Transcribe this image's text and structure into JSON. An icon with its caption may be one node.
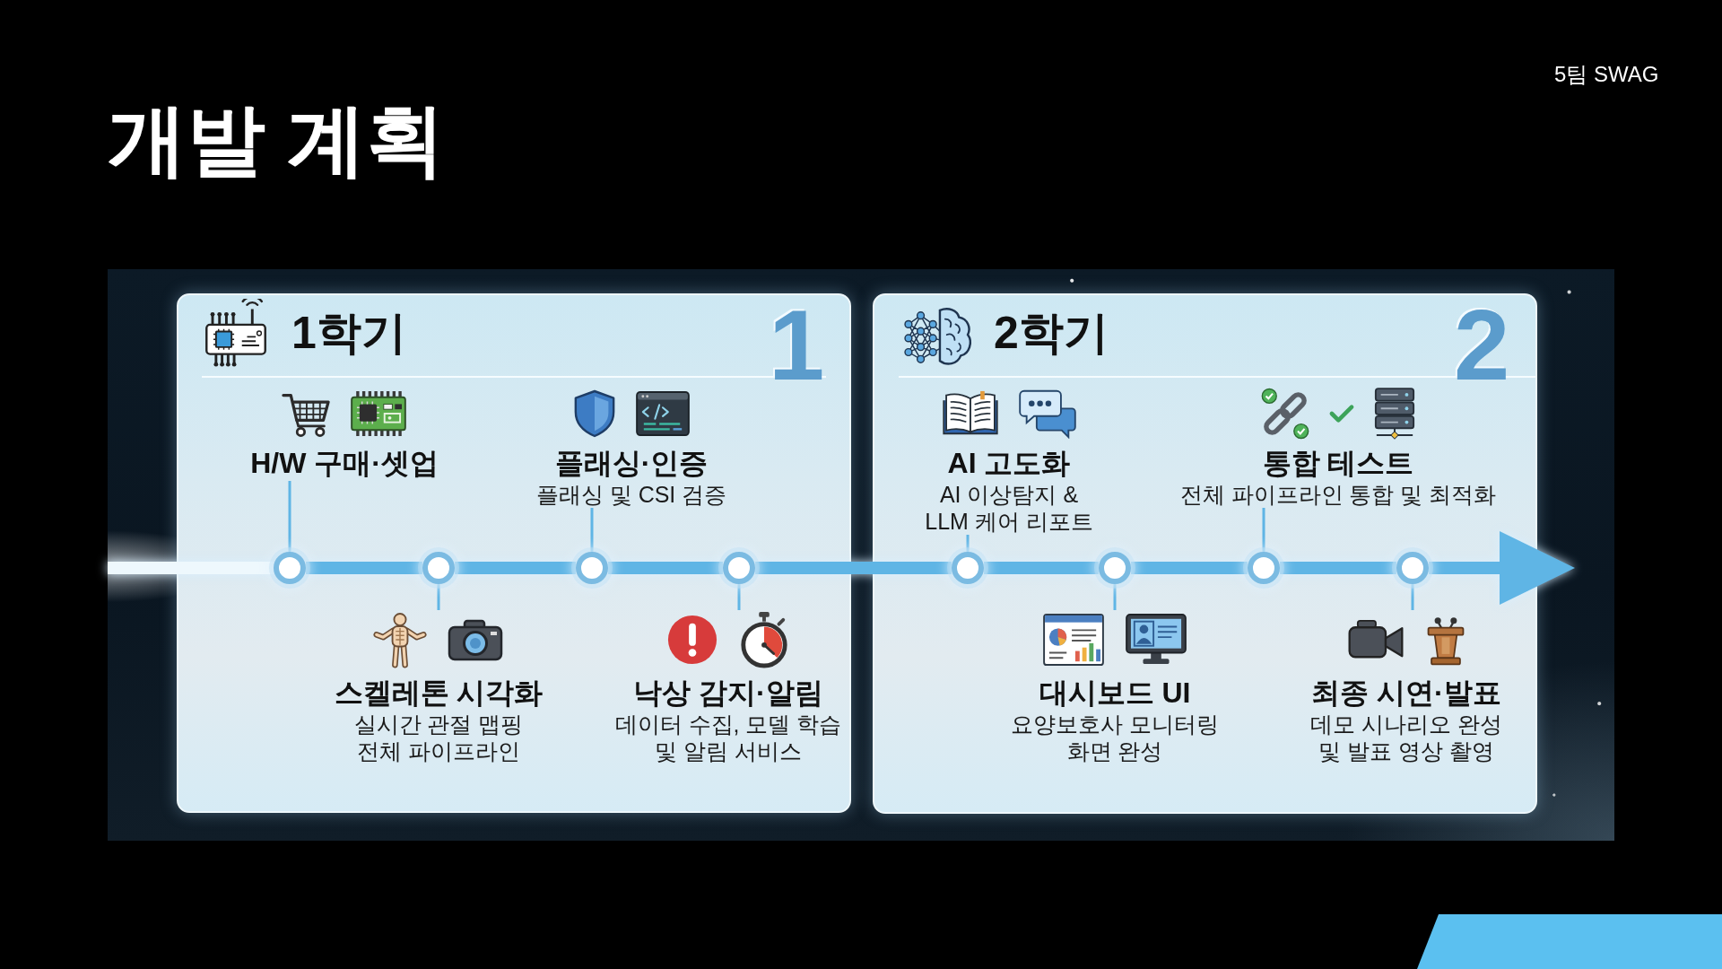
{
  "diagram": {
    "title": "개발 계획",
    "nodes": [
      {
        "text": [
          "1학기",
          "1"
        ]
      },
      {
        "text": [
          "H/W 구매·셋업"
        ],
        "in": 0
      },
      {
        "text": [
          "플래싱·인증",
          "플래싱 및 CSI 검증"
        ],
        "in": 0
      },
      {
        "text": [],
        "shape": "circle",
        "in": 0
      },
      {
        "text": [],
        "shape": "circle",
        "in": 0
      },
      {
        "text": [],
        "shape": "circle",
        "in": 0
      },
      {
        "text": [],
        "shape": "circle",
        "in": 0
      },
      {
        "text": [
          "스켈레톤 시각화",
          "실시간 관절 맵핑 전체 파이프라인"
        ],
        "in": 0
      },
      {
        "text": [
          "낙상 감지·알림",
          "데이터 수집, 모델 학습 및 알림 서비스"
        ],
        "in": 0
      },
      {
        "text": [
          "2학기",
          "2"
        ]
      },
      {
        "text": [
          "AI 고도화",
          "AI 이상탐지 & LLM 케어 리포트"
        ],
        "in": 9
      },
      {
        "text": [
          "통합 테스트",
          "전체 파이프라인 통합 및 최적화"
        ],
        "in": 9
      },
      {
        "text": [],
        "shape": "circle",
        "in": 9
      },
      {
        "text": [],
        "shape": "circle",
        "in": 9
      },
      {
        "text": [],
        "shape": "circle",
        "in": 9
      },
      {
        "text": [],
        "shape": "circle",
        "in": 9
      },
      {
        "text": [
          "대시보드 UI",
          "요양보호사 모니터링 화면 완성"
        ],
        "in": 9
      },
      {
        "text": [
          "최종 시연·발표",
          "데모 시나리오 완성 및 발표 영상 촬영"
        ],
        "in": 9
      }
    ],
    "edges": [
      {
        "from": null,
        "to": 3,
        "arrow": "none",
        "color": "#eef8fd"
      },
      {
        "from": 3,
        "to": 4,
        "arrow": "none"
      },
      {
        "from": 4,
        "to": 5,
        "arrow": "none"
      },
      {
        "from": 5,
        "to": 6,
        "arrow": "none"
      },
      {
        "from": 6,
        "to": 12,
        "arrow": "none"
      },
      {
        "from": 12,
        "to": 13,
        "arrow": "none"
      },
      {
        "from": 13,
        "to": 14,
        "arrow": "none"
      },
      {
        "from": 14,
        "to": 15,
        "arrow": "none"
      },
      {
        "from": 15,
        "to": null,
        "arrow": "to"
      },
      {
        "from": 1,
        "to": 3,
        "arrow": "none"
      },
      {
        "from": 7,
        "to": 4,
        "arrow": "none"
      },
      {
        "from": 2,
        "to": 5,
        "arrow": "none"
      },
      {
        "from": 8,
        "to": 6,
        "arrow": "none"
      },
      {
        "from": 10,
        "to": 12,
        "arrow": "none"
      },
      {
        "from": 16,
        "to": 13,
        "arrow": "none"
      },
      {
        "from": 11,
        "to": 14,
        "arrow": "none"
      },
      {
        "from": 17,
        "to": 15,
        "arrow": "none"
      }
    ],
    "labels": [
      "5팀 SWAG"
    ]
  }
}
